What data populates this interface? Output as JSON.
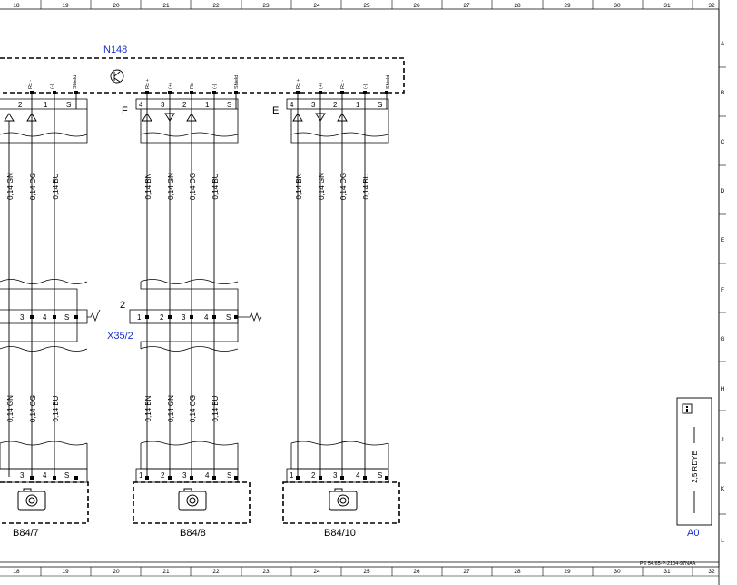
{
  "ruler_columns": [
    "18",
    "19",
    "20",
    "21",
    "22",
    "23",
    "24",
    "25",
    "26",
    "27",
    "28",
    "29",
    "30",
    "31",
    "32"
  ],
  "ruler_rows": [
    "A",
    "B",
    "C",
    "D",
    "E",
    "F",
    "G",
    "H",
    "J",
    "K",
    "L"
  ],
  "control_unit": {
    "label": "N148"
  },
  "connector_letters": {
    "f": "F",
    "e": "E"
  },
  "pin_headers": {
    "rx_minus": "Rx -",
    "rx_plus": "Rx +",
    "minus": "(-)",
    "plus": "(+)",
    "shield": "Shield"
  },
  "pins": {
    "p1": "1",
    "p2": "2",
    "p3": "3",
    "p4": "4",
    "s": "S"
  },
  "wires": {
    "og": "0,14 OG",
    "bu": "0,14 BU",
    "bn": "0,14 BN",
    "gn": "0,14 GN",
    "partial_gn": "0,14 GN"
  },
  "intermediate_connector": {
    "label": "X35/2",
    "number": "2"
  },
  "cameras": [
    {
      "label": "B84/7"
    },
    {
      "label": "B84/8"
    },
    {
      "label": "B84/10"
    }
  ],
  "legend": {
    "wire": "2,5 RDYE",
    "label": "A0"
  },
  "doc_ref": "PE 54.65-P-2104-97NAA"
}
